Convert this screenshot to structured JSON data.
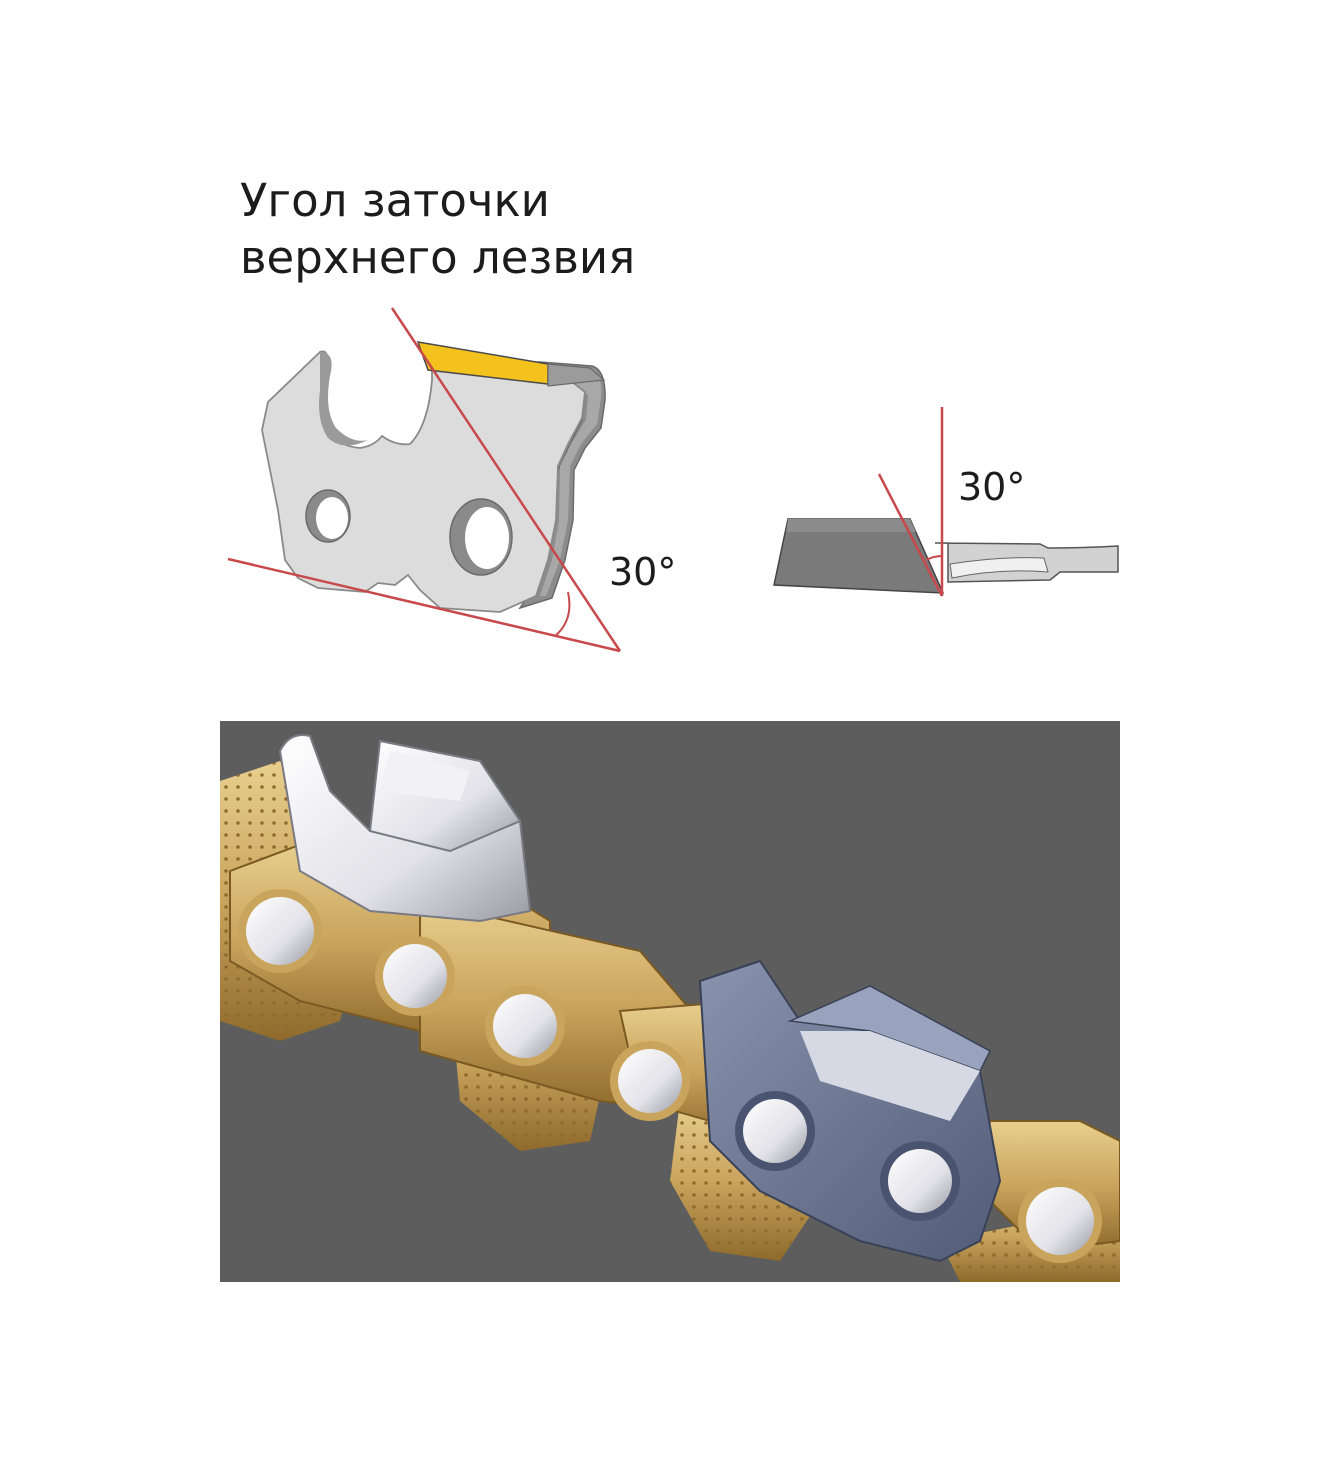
{
  "title": {
    "line1": "Угол заточки",
    "line2": "верхнего лезвия"
  },
  "side_view": {
    "angle_label": "30°"
  },
  "top_view": {
    "angle_label": "30°"
  },
  "colors": {
    "guide_line": "#c8494b",
    "tooth_fill": "#dcdcdc",
    "tooth_shadow": "#8c8c8c",
    "top_plate": "#f3c21d",
    "photo_background": "#5d5d5d",
    "chain_gold": "#c9a45c",
    "rivet_silver": "#e8e8ec",
    "cutter_blue": "#6a7591"
  }
}
